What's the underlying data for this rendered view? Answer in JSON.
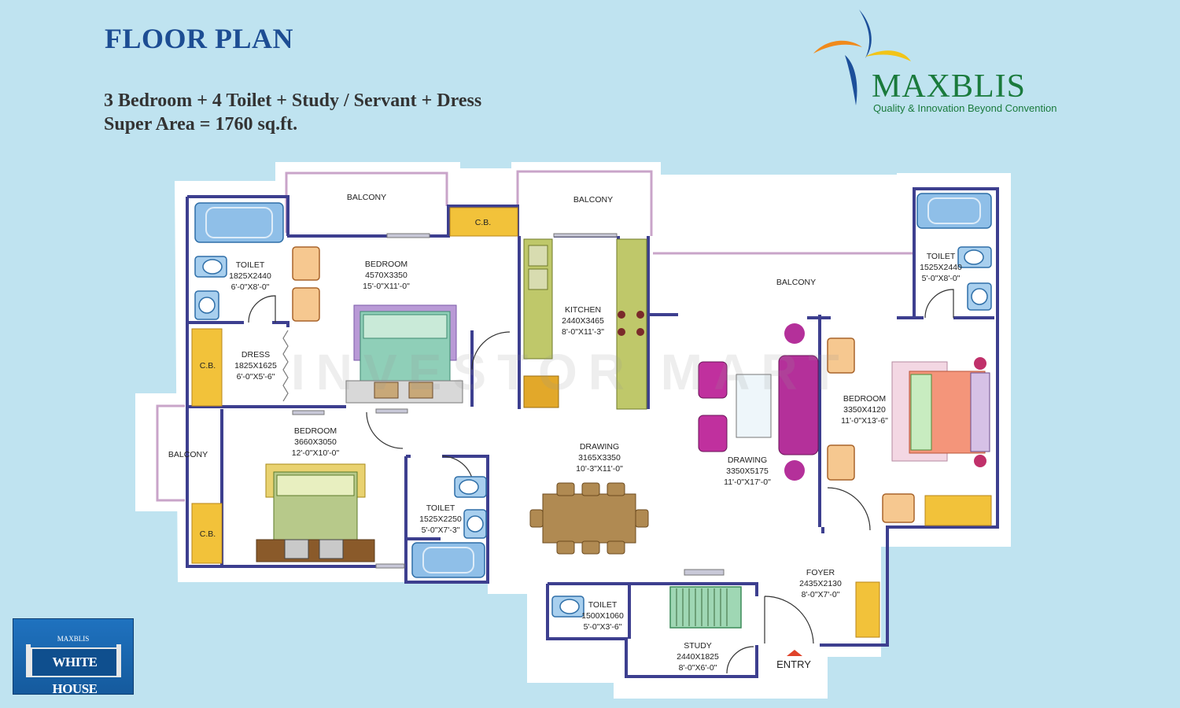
{
  "header": {
    "title": "FLOOR PLAN",
    "config_line": "3 Bedroom +  4 Toilet + Study / Servant + Dress",
    "area_line": "Super Area = 1760 sq.ft."
  },
  "logo": {
    "name": "MAXBLIS",
    "tagline": "Quality & Innovation Beyond Convention",
    "colors": {
      "blue": "#1c4f9a",
      "green": "#1a7a3c",
      "yellow": "#f2c418",
      "orange": "#f08a1c"
    }
  },
  "watermark": "INVESTOR MART",
  "badge": {
    "brand": "MAXBLIS",
    "project": "WHITE HOUSE"
  },
  "rooms": {
    "balcony_top_left": {
      "name": "BALCONY"
    },
    "balcony_top_mid": {
      "name": "BALCONY"
    },
    "balcony_right": {
      "name": "BALCONY"
    },
    "balcony_left": {
      "name": "BALCONY"
    },
    "cb_top": {
      "name": "C.B."
    },
    "cb_dress": {
      "name": "C.B."
    },
    "cb_bottom": {
      "name": "C.B."
    },
    "toilet_tl": {
      "name": "TOILET",
      "mm": "1825X2440",
      "ft": "6'-0\"X8'-0\""
    },
    "dress": {
      "name": "DRESS",
      "mm": "1825X1625",
      "ft": "6'-0\"X5'-6\""
    },
    "bedroom_top": {
      "name": "BEDROOM",
      "mm": "4570X3350",
      "ft": "15'-0\"X11'-0\""
    },
    "kitchen": {
      "name": "KITCHEN",
      "mm": "2440X3465",
      "ft": "8'-0\"X11'-3\""
    },
    "toilet_tr": {
      "name": "TOILET",
      "mm": "1525X2440",
      "ft": "5'-0\"X8'-0\""
    },
    "bedroom_right": {
      "name": "BEDROOM",
      "mm": "3350X4120",
      "ft": "11'-0\"X13'-6\""
    },
    "bedroom_bl": {
      "name": "BEDROOM",
      "mm": "3660X3050",
      "ft": "12'-0\"X10'-0\""
    },
    "toilet_mid": {
      "name": "TOILET",
      "mm": "1525X2250",
      "ft": "5'-0\"X7'-3\""
    },
    "drawing_left": {
      "name": "DRAWING",
      "mm": "3165X3350",
      "ft": "10'-3\"X11'-0\""
    },
    "drawing_right": {
      "name": "DRAWING",
      "mm": "3350X5175",
      "ft": "11'-0\"X17'-0\""
    },
    "foyer": {
      "name": "FOYER",
      "mm": "2435X2130",
      "ft": "8'-0\"X7'-0\""
    },
    "toilet_bottom": {
      "name": "TOILET",
      "mm": "1500X1060",
      "ft": "5'-0\"X3'-6\""
    },
    "study": {
      "name": "STUDY",
      "mm": "2440X1825",
      "ft": "8'-0\"X6'-0\""
    }
  },
  "entry": {
    "label": "ENTRY"
  }
}
